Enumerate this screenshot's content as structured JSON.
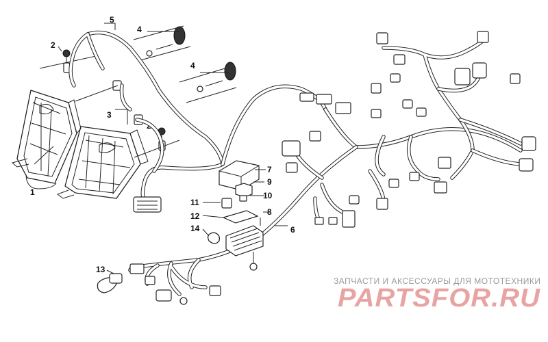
{
  "callouts": {
    "c1": "1",
    "c2a": "2",
    "c2b": "2",
    "c3": "3",
    "c4a": "4",
    "c4b": "4",
    "c5": "5",
    "c6": "6",
    "c7": "7",
    "c8": "8",
    "c9": "9",
    "c10": "10",
    "c11": "11",
    "c12": "12",
    "c13": "13",
    "c14": "14"
  },
  "watermark": {
    "tagline": "ЗАПЧАСТИ И АКСЕССУАРЫ ДЛЯ МОТОТЕХНИКИ",
    "brand": "PARTSFOR.RU",
    "brand_color": "#e8a3a3",
    "tagline_color": "#9a9a9a"
  }
}
